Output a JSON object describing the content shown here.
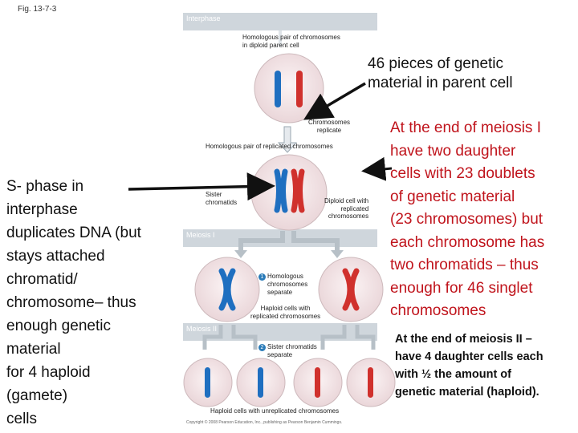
{
  "fig_label": "Fig. 13-7-3",
  "bands": {
    "interphase": "Interphase",
    "meiosis1": "Meiosis I",
    "meiosis2": "Meiosis II"
  },
  "diagram": {
    "homologous_pair_parent": [
      "Homologous pair of chromosomes",
      "in diploid parent cell"
    ],
    "chromosomes_replicate": [
      "Chromosomes",
      "replicate"
    ],
    "homologous_pair_replicated": "Homologous pair of replicated chromosomes",
    "sister_chromatids": [
      "Sister",
      "chromatids"
    ],
    "diploid_replicated": [
      "Diploid cell with",
      "replicated",
      "chromosomes"
    ],
    "step1_number": "1",
    "step1_label": [
      "Homologous",
      "chromosomes",
      "separate"
    ],
    "haploid_replicated": [
      "Haploid cells with",
      "replicated chromosomes"
    ],
    "step2_number": "2",
    "step2_label": [
      "Sister chromatids",
      "separate"
    ],
    "haploid_unreplicated": "Haploid cells with unreplicated chromosomes",
    "copyright": "Copyright © 2008 Pearson Education, Inc., publishing as Pearson Benjamin Cummings."
  },
  "annotations": {
    "parent_note": [
      "46 pieces of genetic",
      "material in parent cell"
    ],
    "left_note": [
      "S- phase in",
      "interphase",
      "duplicates DNA (but",
      "stays attached",
      "chromatid/",
      "chromosome– thus",
      "enough genetic",
      "material",
      "for 4 haploid",
      "(gamete)",
      "cells"
    ],
    "meiosis1_note": [
      "At the end of meiosis I",
      "have two daughter",
      "cells with 23 doublets",
      "of genetic material",
      "(23 chromosomes) but",
      "each chromosome  has",
      "two chromatids – thus",
      "enough for 46 singlet",
      "chromosomes"
    ],
    "meiosis2_note": [
      "At the end of meiosis II –",
      "have 4 daughter cells each",
      "with ½ the amount of",
      "genetic  material (haploid)."
    ]
  },
  "colors": {
    "chromosome_blue": "#1f6fc0",
    "chromosome_red": "#d0312d",
    "annotation_red": "#c0141c",
    "band_gray": "#cfd6dc",
    "cell_fill": "#f3e7e9"
  }
}
